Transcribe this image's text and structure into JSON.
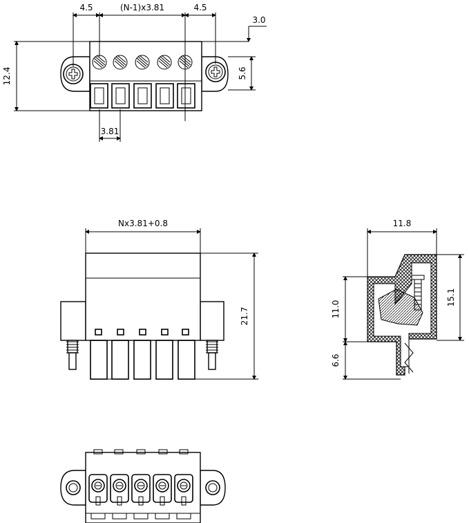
{
  "drawing": {
    "top_view": {
      "dim_left_offset": "4.5",
      "dim_pitch_formula": "(N-1)x3.81",
      "dim_right_offset": "4.5",
      "dim_depth_offset": "3.0",
      "dim_overall_height": "12.4",
      "dim_screw_height": "5.6",
      "dim_pitch": "3.81"
    },
    "front_view": {
      "dim_width_formula": "Nx3.81+0.8",
      "dim_height": "21.7"
    },
    "side_view": {
      "dim_width": "11.8",
      "dim_body_height": "11.0",
      "dim_total_height": "15.1",
      "dim_pin_length": "6.6"
    }
  }
}
